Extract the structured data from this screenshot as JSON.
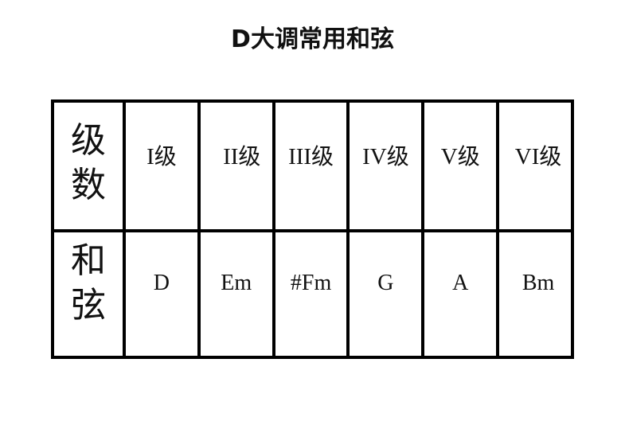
{
  "title": "D大调常用和弦",
  "table": {
    "row_headers": {
      "degree": [
        "级",
        "数"
      ],
      "chord": [
        "和",
        "弦"
      ]
    },
    "columns": [
      {
        "degree": "I",
        "suffix": "级",
        "chord": "D"
      },
      {
        "degree": "II",
        "suffix": "级",
        "chord": "Em"
      },
      {
        "degree": "III",
        "suffix": "级",
        "chord": "#Fm"
      },
      {
        "degree": "IV",
        "suffix": "级",
        "chord": "G"
      },
      {
        "degree": "V",
        "suffix": "级",
        "chord": "A"
      },
      {
        "degree": "VI",
        "suffix": "级",
        "chord": "Bm"
      }
    ]
  }
}
